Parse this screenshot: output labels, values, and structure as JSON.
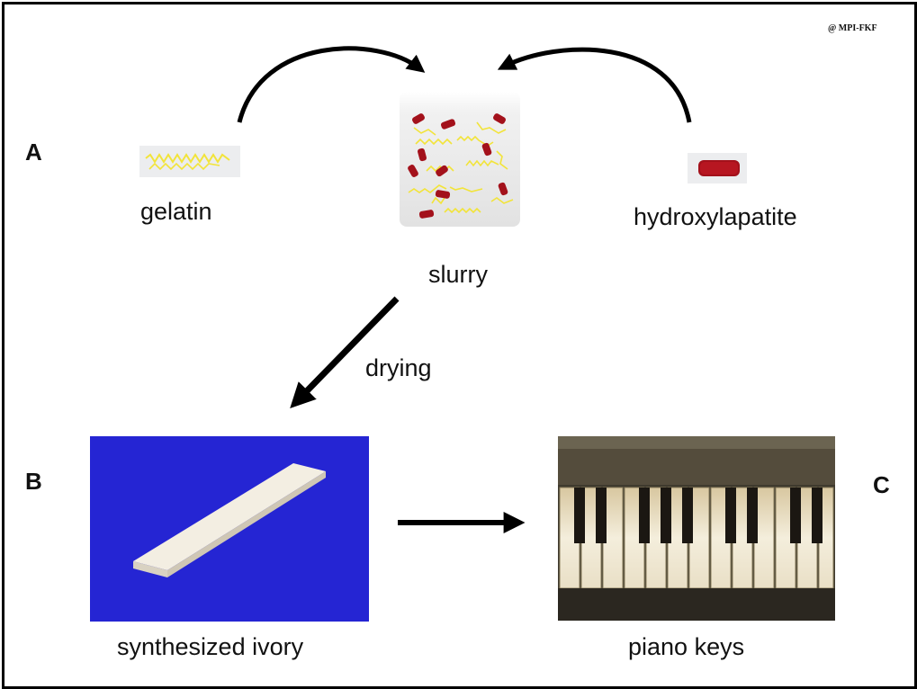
{
  "copyright": "@ MPI-FKF",
  "panels": {
    "a": "A",
    "b": "B",
    "c": "C"
  },
  "labels": {
    "gelatin": "gelatin",
    "hydroxylapatite": "hydroxylapatite",
    "slurry": "slurry",
    "drying": "drying",
    "synthesized_ivory": "synthesized ivory",
    "piano_keys": "piano keys"
  },
  "colors": {
    "gelatin_fiber": "#f2e43a",
    "hydroxylapatite": "#a3111b",
    "ivory_background": "#2a2ae0",
    "ivory_bar": "#f3eee2",
    "arrow": "#000000"
  },
  "icons": {
    "gelatin": "fiber-strand-icon",
    "hydroxylapatite": "particle-rod-icon",
    "slurry": "beaker-mixture-icon"
  }
}
